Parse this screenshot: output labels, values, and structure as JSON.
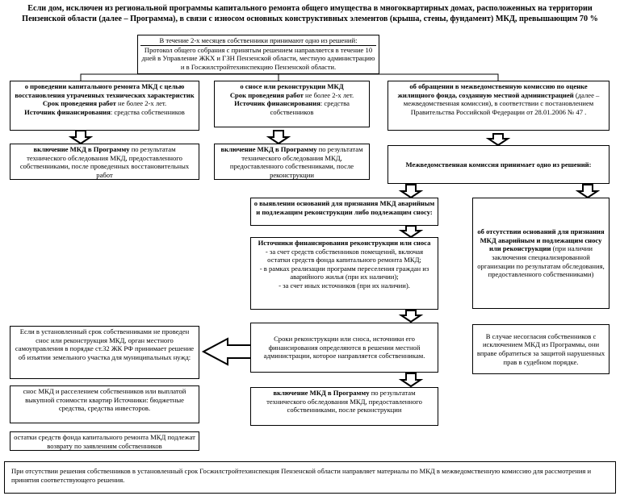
{
  "title": "Если дом, исключен из региональной программы капитального ремонта общего имущества в многоквартирных домах, расположенных на территории Пензенской области (далее – Программа), в связи с износом основных конструктивных элементов (крыша, стены, фундамент) МКД, превышающим 70 %",
  "top_box": {
    "line1": "В течение 2-х месяцев собственники принимают одно из решений:",
    "line2": "Протокол общего собрания с принятым решением направляется в течение 10 дней в Управление ЖКХ и ГЗН Пензенской области, местную администрацию и в Госжилстройтехинспекцию Пензенской области."
  },
  "col1": {
    "decision": {
      "title": "о проведении капитального ремонта МКД с целью восстановления утраченных технических характеристик",
      "term_label": "Срок проведения работ",
      "term_value": " не более 2-х лет.",
      "source_label": "Источник финансирования",
      "source_value": ": средства собственников"
    },
    "program": {
      "label": "включение МКД в Программу",
      "text": " по результатам технического обследования МКД, предоставленного собственниками, после проведенных восстановительных работ"
    }
  },
  "col2": {
    "decision": {
      "title": "о сносе или реконструкции МКД",
      "term_label": "Срок проведения работ",
      "term_value": " не более 2-х лет.",
      "source_label": "Источник финансирования",
      "source_value": ": средства собственников"
    },
    "program": {
      "label": "включение МКД в Программу",
      "text": " по результатам технического обследования МКД, предоставленного собственниками, после реконструкции"
    }
  },
  "col3": {
    "decision": {
      "title": "об обращении в межведомственную комиссию по оценке жилищного фонда, созданную местной администрацией",
      "text": " (далее – межведомственная комиссия), в соответствии с постановлением Правительства Российской Федерации от 28.01.2006 № 47 ."
    },
    "commission": "Межведомственная комиссия принимает одно из решений:"
  },
  "emergency": "о выявлении оснований для признания МКД аварийным и подлежащим реконструкции либо подлежащим сносу:",
  "no_grounds": {
    "title": "об отсутствии оснований для признания МКД аварийным и подлежащим сносу или реконструкции",
    "text": " (при наличии заключения специализированной организации по результатам обследования, предоставленного собственниками)"
  },
  "financing": {
    "title": "Источники финансирования реконструкции или сноса",
    "items": [
      "- за счет средств собственников помещений, включая остатки средств фонда капитального ремонта МКД;",
      "- в рамках реализации программ переселения граждан из аварийного жилья (при их наличии);",
      "- за счет иных источников (при их наличии)."
    ]
  },
  "terms": "Сроки реконструкции или сноса, источники его финансирования определяются в решении местной администрации, которое направляется собственникам.",
  "disagreement": "В случае несогласия собственников с исключением МКД из Программы, они вправе обратиться за защитой нарушенных прав в судебном порядке.",
  "seizure": "Если в установленный срок собственниками не проведен снос или реконструкция МКД, орган местного самоуправления в порядке ст.32 ЖК РФ принимает решение об изъятии земельного участка для муниципальных нужд:",
  "demolition": "снос МКД и расселением собственников или выплатой выкупной стоимости квартир Источники: бюджетные средства, средства инвесторов.",
  "refund": "остатки средств фонда капитального ремонта МКД подлежат возврату по заявлениям собственников",
  "program_final": {
    "label": "включение МКД в Программу",
    "text": " по результатам технического обследования МКД, предоставленного собственниками, после реконструкции"
  },
  "footer": "При отсутствии решения собственников в установленный срок Госжилстройтехинспекция Пензенской области направляет материалы по МКД в межведомственную комиссию для рассмотрения и принятия соответствующего решения."
}
